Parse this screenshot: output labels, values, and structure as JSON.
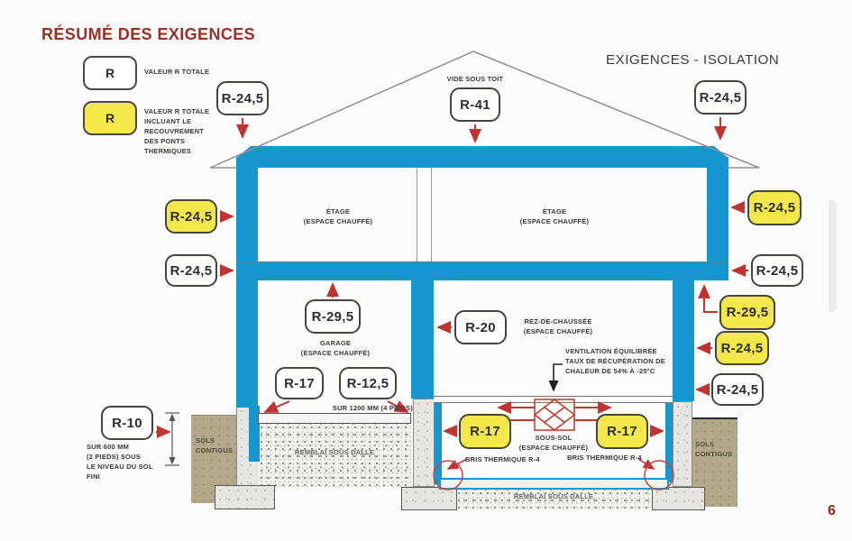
{
  "page": {
    "title": "RÉSUMÉ DES EXIGENCES",
    "subtitle": "EXIGENCES - ISOLATION",
    "page_number": "6"
  },
  "legend": {
    "total": {
      "symbol": "R",
      "label": "VALEUR R TOTALE"
    },
    "total_bridges": {
      "symbol": "R",
      "label_lines": [
        "VALEUR R TOTALE",
        "INCLUANT LE",
        "RECOUVREMENT",
        "DES PONTS",
        "THERMIQUES"
      ]
    }
  },
  "colors": {
    "insulation_blue": "#1597cd",
    "highlight_yellow": "#f5e84b",
    "arrow_red": "#bf3430",
    "title_red": "#9b3026",
    "soil_tan": "#b3a98a"
  },
  "rooms": {
    "attic": "VIDE SOUS TOIT",
    "upper_floor": "ÉTAGE",
    "ground_floor": "REZ-DE-CHAUSSÉE",
    "garage": "GARAGE",
    "basement": "SOUS-SOL",
    "heated_suffix": "(ESPACE CHAUFFÉ)"
  },
  "rvalues": [
    {
      "id": "roof-left",
      "value": "R-24,5",
      "style": "white"
    },
    {
      "id": "attic",
      "value": "R-41",
      "style": "white"
    },
    {
      "id": "roof-right",
      "value": "R-24,5",
      "style": "white"
    },
    {
      "id": "wall-left-upper",
      "value": "R-24,5",
      "style": "yellow"
    },
    {
      "id": "floor-rim-left",
      "value": "R-24,5",
      "style": "white"
    },
    {
      "id": "garage-ceiling",
      "value": "R-29,5",
      "style": "white"
    },
    {
      "id": "garage-house-wall",
      "value": "R-20",
      "style": "white"
    },
    {
      "id": "garage-slab-left",
      "value": "R-17",
      "style": "white"
    },
    {
      "id": "garage-slab-right",
      "value": "R-12,5",
      "style": "white"
    },
    {
      "id": "garage-foundation",
      "value": "R-10",
      "style": "white"
    },
    {
      "id": "wall-right-upper",
      "value": "R-24,5",
      "style": "yellow"
    },
    {
      "id": "floor-rim-right",
      "value": "R-24,5",
      "style": "white"
    },
    {
      "id": "overhang-floor",
      "value": "R-29,5",
      "style": "yellow"
    },
    {
      "id": "wall-right-lower",
      "value": "R-24,5",
      "style": "yellow"
    },
    {
      "id": "wall-right-bottom",
      "value": "R-24,5",
      "style": "white"
    },
    {
      "id": "basement-wall-left",
      "value": "R-17",
      "style": "yellow"
    },
    {
      "id": "basement-wall-right",
      "value": "R-17",
      "style": "yellow"
    }
  ],
  "annotations": {
    "ventilation_lines": [
      "VENTILATION ÉQUILIBRÉE",
      "TAUX DE RÉCUPÉRATION DE",
      "CHALEUR DE 54% À -25°C"
    ],
    "sur_1200": "SUR 1200 MM (4 PIEDS)",
    "sur_600_lines": [
      "SUR 600 MM",
      "(2 PIEDS) SOUS",
      "LE NIVEAU DU SOL",
      "FINI"
    ],
    "bris_thermique": "BRIS THERMIQUE R-4",
    "remblai": "REMBLAI SOUS DALLE",
    "sols_lines": [
      "SOLS",
      "CONTIGUS"
    ]
  }
}
